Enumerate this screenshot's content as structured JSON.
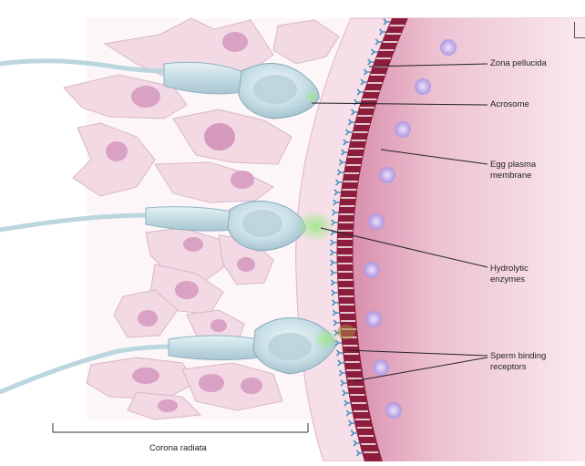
{
  "labels": {
    "zona_pellucida": "Zona pellucida",
    "acrosome": "Acrosome",
    "egg_plasma_membrane": "Egg plasma\nmembrane",
    "hydrolytic_enzymes": "Hydrolytic\nenzymes",
    "sperm_binding_receptors": "Sperm binding\nreceptors",
    "corona_radiata": "Corona radiata"
  },
  "colors": {
    "corona_cell_fill": "#f3dbe6",
    "corona_cell_stroke": "#d8b6c7",
    "corona_nucleus": "#d49bc0",
    "zona": "#f6dde8",
    "membrane": "#8c1c3c",
    "cytoplasm": "#e9b8c9",
    "receptor": "#4f90c0",
    "sperm": "#c9dfe6",
    "sperm_stroke": "#8fb3c0",
    "enzyme_green": "#7fd06a",
    "egg_granule": "#b8a6e8"
  }
}
